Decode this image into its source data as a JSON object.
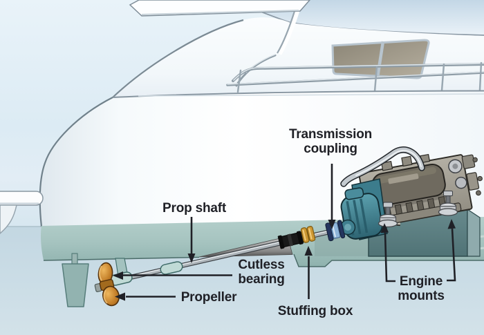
{
  "diagram": {
    "subject": "Boat inboard engine and propeller drive train cutaway",
    "labels": {
      "transmission_coupling": {
        "lines": [
          "Transmission",
          "coupling"
        ]
      },
      "prop_shaft": {
        "text": "Prop shaft"
      },
      "cutless_bearing": {
        "lines": [
          "Cutless",
          "bearing"
        ]
      },
      "propeller": {
        "text": "Propeller"
      },
      "stuffing_box": {
        "text": "Stuffing box"
      },
      "engine_mounts": {
        "lines": [
          "Engine",
          "mounts"
        ]
      }
    },
    "colors": {
      "sky": "#e7f1f8",
      "water": "#c8dbe5",
      "hull_white": "#fbfdfe",
      "hull_underwater_teal": "#a6c4c0",
      "window_tint": "#9a947f",
      "propeller_bronze": "#c5812b",
      "shaft_silver": "#adb4b9",
      "stuffing_box_brass": "#cd9833",
      "coupling_blue": "#8fb6da",
      "transmission_teal": "#4b8d9d",
      "engine_gray": "#a5a196",
      "engine_bed_slate": "#5d7f83",
      "label_text": "#1f2026"
    }
  }
}
